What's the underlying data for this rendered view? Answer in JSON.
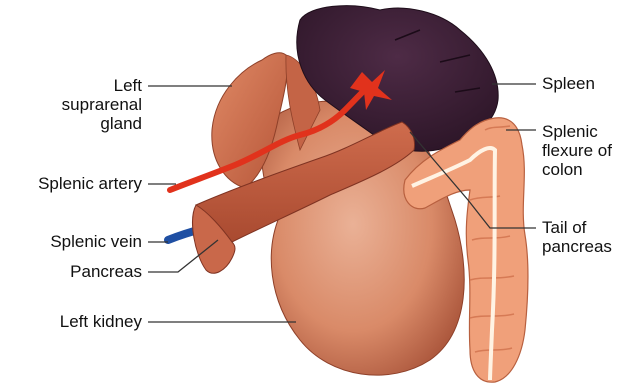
{
  "labels": {
    "left_suprarenal_gland": [
      "Left",
      "suprarenal",
      "gland"
    ],
    "splenic_artery": "Splenic artery",
    "splenic_vein": "Splenic vein",
    "pancreas": "Pancreas",
    "left_kidney": "Left kidney",
    "spleen": "Spleen",
    "splenic_flexure_of_colon": [
      "Splenic",
      "flexure of",
      "colon"
    ],
    "tail_of_pancreas": [
      "Tail of",
      "pancreas"
    ]
  },
  "colors": {
    "kidney": "#d98a68",
    "kidney_shadow": "#b8603f",
    "suprarenal": "#cc6f4e",
    "spleen": "#3b1f35",
    "pancreas": "#bf5a3e",
    "pancreas_cut": "#c9684a",
    "colon": "#f0a07a",
    "colon_shadow": "#d67a55",
    "artery": "#e1321c",
    "vein": "#1f4fa3",
    "leader_line": "#333333"
  }
}
